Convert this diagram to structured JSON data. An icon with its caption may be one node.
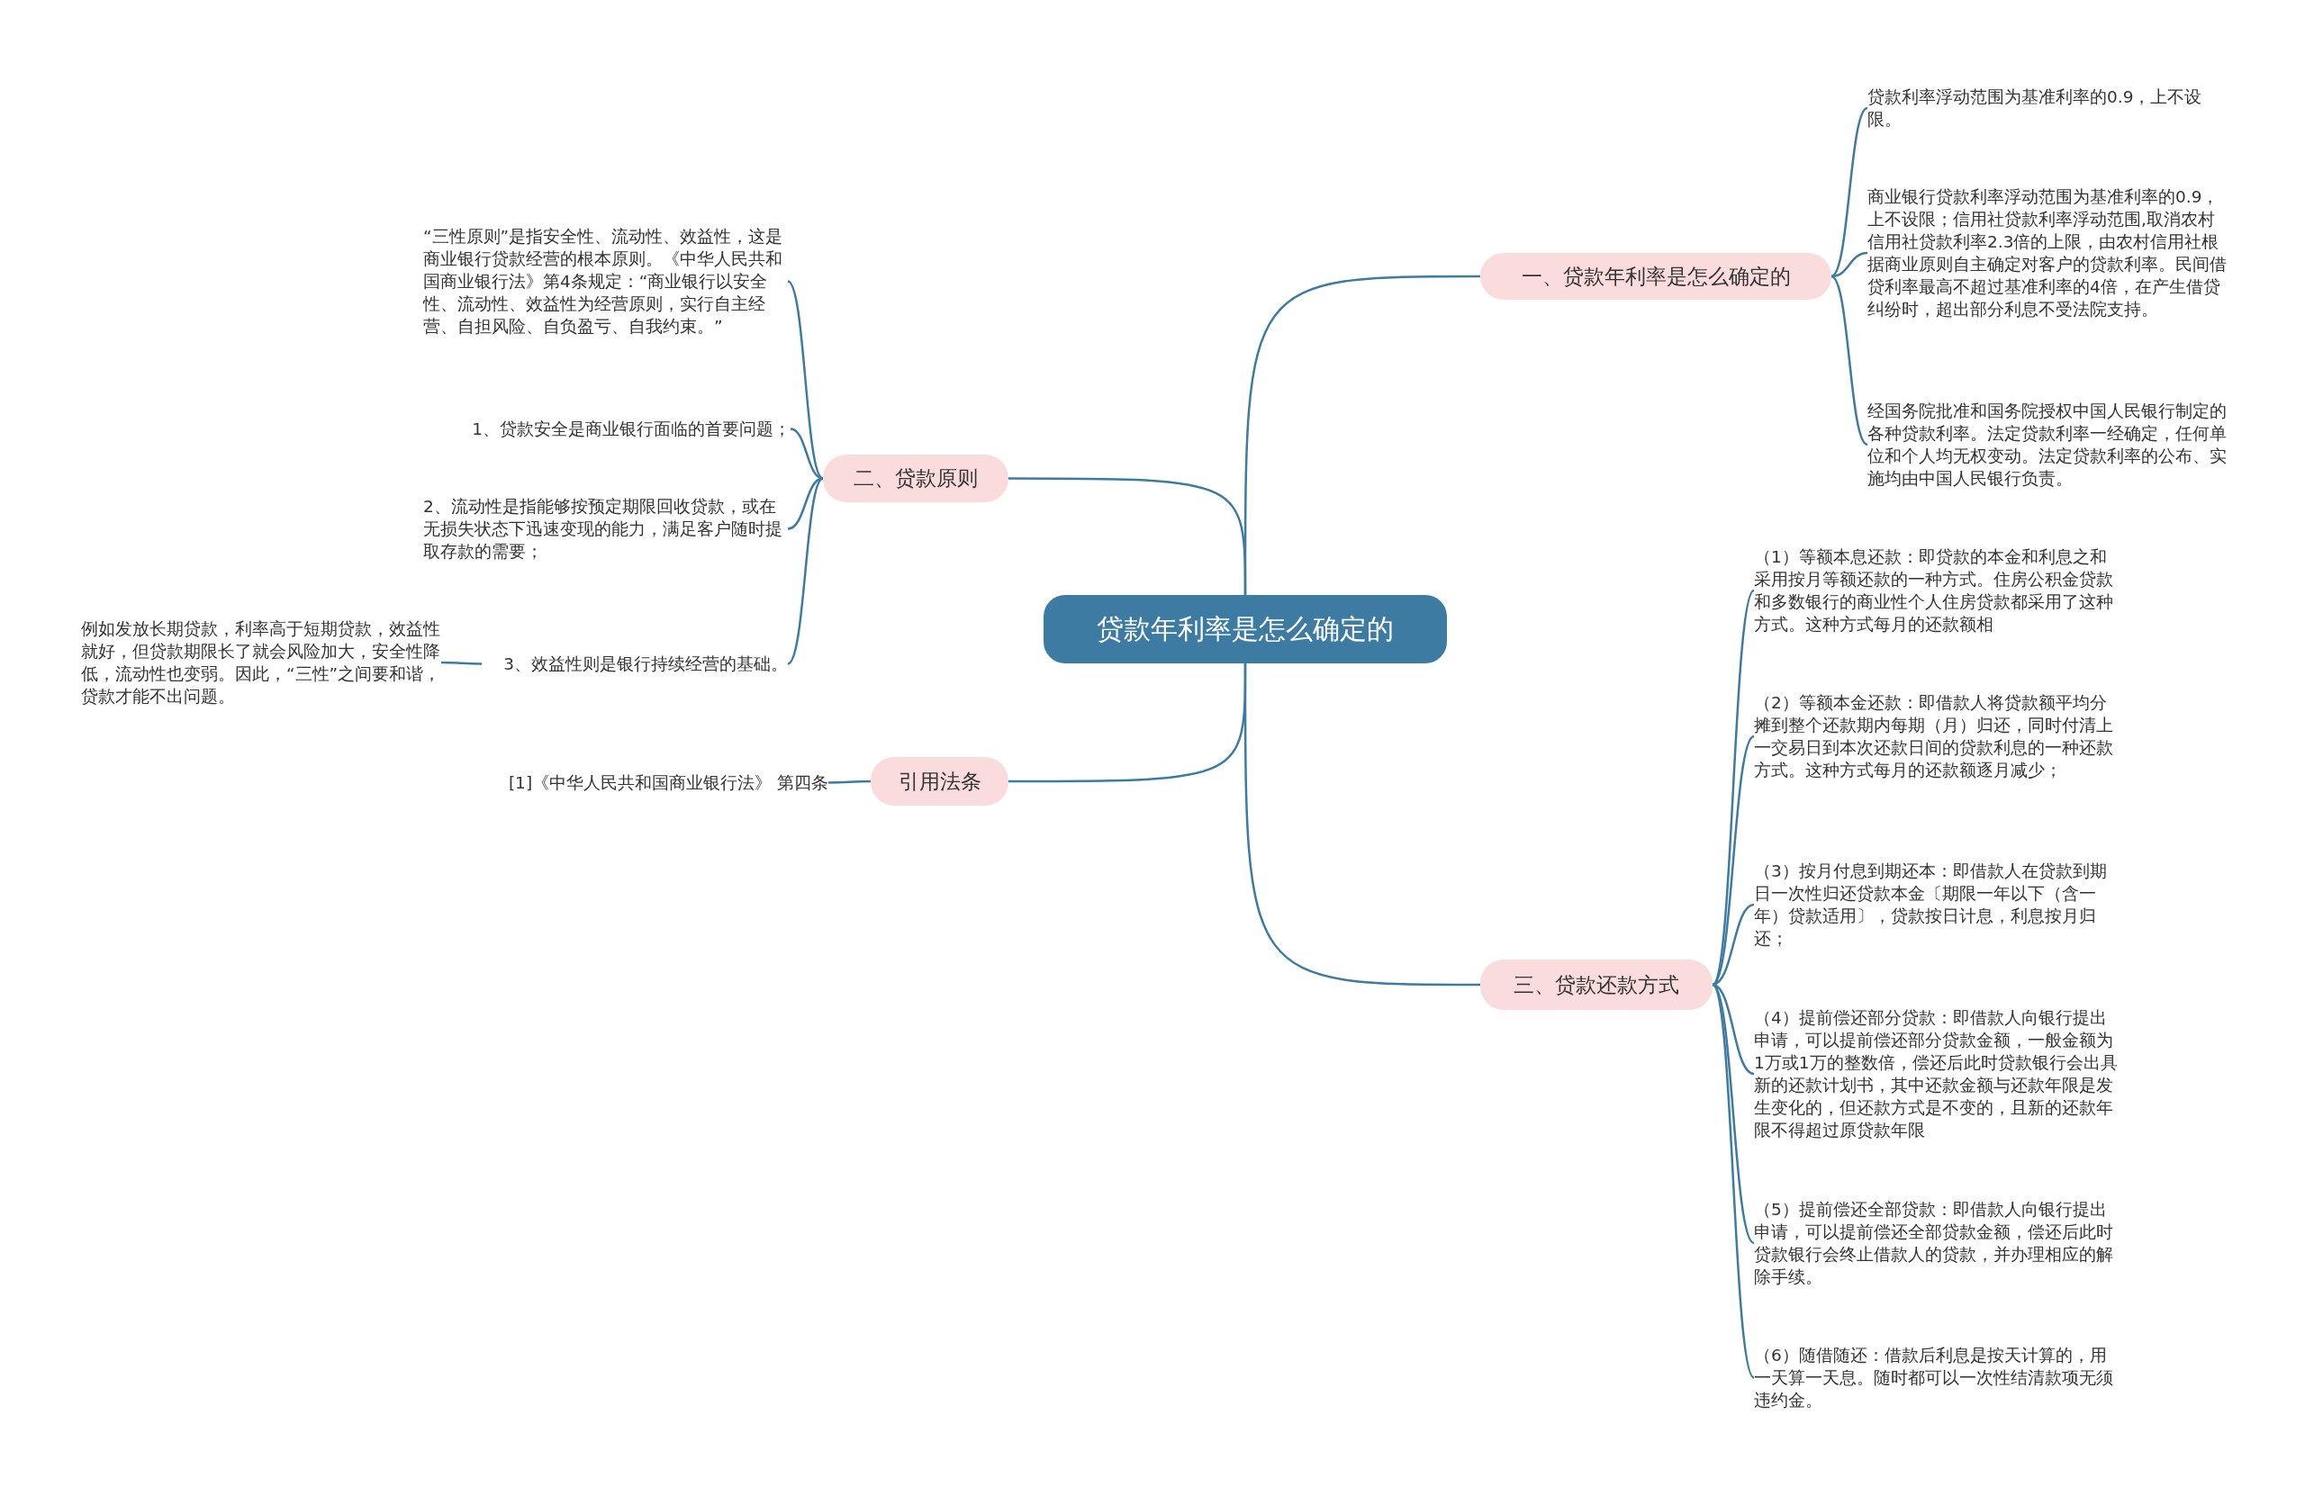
{
  "diagram": {
    "nodes": [
      {
        "text": [
          "贷款年利率是怎么确定的"
        ]
      },
      {
        "text": [
          "一、贷款年利率是怎么确定的"
        ]
      },
      {
        "text": [
          "贷款利率浮动范围为基准利率的0.9，上不设限。"
        ]
      },
      {
        "text": [
          "商业银行贷款利率浮动范围为基准利率的0.9，上不设限；信用社贷款利率浮动范围,取消农村信用社贷款利率2.3倍的上限，由农村信用社根据商业原则自主确定对客户的贷款利率。民间借贷利率最高不超过基准利率的4倍，在产生借贷纠纷时，超出部分利息不受法院支持。"
        ]
      },
      {
        "text": [
          "经国务院批准和国务院授权中国人民银行制定的各种贷款利率。法定贷款利率一经确定，任何单位和个人均无权变动。法定贷款利率的公布、实施均由中国人民银行负责。"
        ]
      },
      {
        "text": [
          "二、贷款原则"
        ]
      },
      {
        "text": [
          "“三性原则”是指安全性、流动性、效益性，这是商业银行贷款经营的根本原则。《中华人民共和国商业银行法》第4条规定：“商业银行以安全性、流动性、效益性为经营原则，实行自主经营、自担风险、自负盈亏、自我约束。”"
        ]
      },
      {
        "text": [
          "1、贷款安全是商业银行面临的首要问题；"
        ]
      },
      {
        "text": [
          "2、流动性是指能够按预定期限回收贷款，或在无损失状态下迅速变现的能力，满足客户随时提取存款的需要；"
        ]
      },
      {
        "text": [
          "3、效益性则是银行持续经营的基础。"
        ]
      },
      {
        "text": [
          "例如发放长期贷款，利率高于短期贷款，效益性就好，但贷款期限长了就会风险加大，安全性降低，流动性也变弱。因此，“三性”之间要和谐，贷款才能不出问题。"
        ]
      },
      {
        "text": [
          "引用法条"
        ]
      },
      {
        "text": [
          "[1]《中华人民共和国商业银行法》 第四条"
        ]
      },
      {
        "text": [
          "三、贷款还款方式"
        ]
      },
      {
        "text": [
          "（1）等额本息还款：即贷款的本金和利息之和采用按月等额还款的一种方式。住房公积金贷款和多数银行的商业性个人住房贷款都采用了这种方式。这种方式每月的还款额相"
        ]
      },
      {
        "text": [
          "（2）等额本金还款：即借款人将贷款额平均分摊到整个还款期内每期（月）归还，同时付清上一交易日到本次还款日间的贷款利息的一种还款方式。这种方式每月的还款额逐月减少；"
        ]
      },
      {
        "text": [
          "（3）按月付息到期还本：即借款人在贷款到期日一次性归还贷款本金〔期限一年以下（含一年）贷款适用〕，贷款按日计息，利息按月归还；"
        ]
      },
      {
        "text": [
          "（4）提前偿还部分贷款：即借款人向银行提出申请，可以提前偿还部分贷款金额，一般金额为1万或1万的整数倍，偿还后此时贷款银行会出具新的还款计划书，其中还款金额与还款年限是发生变化的，但还款方式是不变的，且新的还款年限不得超过原贷款年限"
        ]
      },
      {
        "text": [
          "（5）提前偿还全部贷款：即借款人向银行提出申请，可以提前偿还全部贷款金额，偿还后此时贷款银行会终止借款人的贷款，并办理相应的解除手续。"
        ]
      },
      {
        "text": [
          "（6）随借随还：借款后利息是按天计算的，用一天算一天息。随时都可以一次性结清款项无须违约金。"
        ]
      }
    ],
    "edges": [
      {
        "from": 0,
        "to": 1,
        "arrow": "none"
      },
      {
        "from": 1,
        "to": 2,
        "arrow": "none"
      },
      {
        "from": 1,
        "to": 3,
        "arrow": "none"
      },
      {
        "from": 1,
        "to": 4,
        "arrow": "none"
      },
      {
        "from": 0,
        "to": 5,
        "arrow": "none"
      },
      {
        "from": 5,
        "to": 6,
        "arrow": "none"
      },
      {
        "from": 5,
        "to": 7,
        "arrow": "none"
      },
      {
        "from": 5,
        "to": 8,
        "arrow": "none"
      },
      {
        "from": 5,
        "to": 9,
        "arrow": "none"
      },
      {
        "from": 9,
        "to": 10,
        "arrow": "none"
      },
      {
        "from": 0,
        "to": 11,
        "arrow": "none"
      },
      {
        "from": 11,
        "to": 12,
        "arrow": "none"
      },
      {
        "from": 0,
        "to": 13,
        "arrow": "none"
      },
      {
        "from": 13,
        "to": 14,
        "arrow": "none"
      },
      {
        "from": 13,
        "to": 15,
        "arrow": "none"
      },
      {
        "from": 13,
        "to": 16,
        "arrow": "none"
      },
      {
        "from": 13,
        "to": 17,
        "arrow": "none"
      },
      {
        "from": 13,
        "to": 18,
        "arrow": "none"
      },
      {
        "from": 13,
        "to": 19,
        "arrow": "none"
      }
    ]
  }
}
